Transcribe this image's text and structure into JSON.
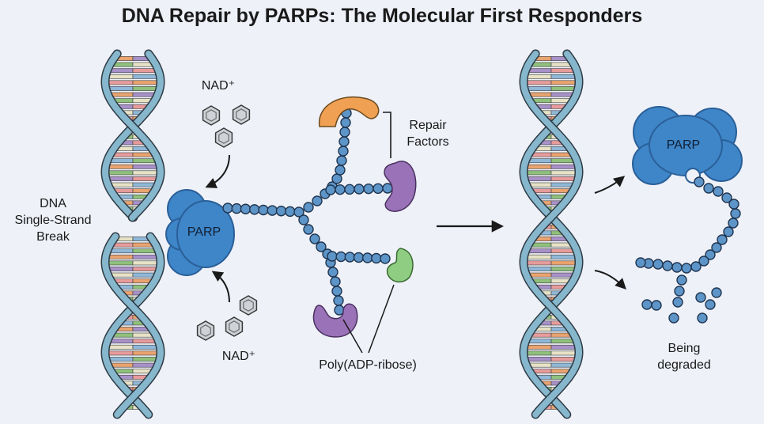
{
  "title": "DNA Repair by PARPs: The Molecular First Responders",
  "labels": {
    "nad_top": "NAD⁺",
    "nad_bottom": "NAD⁺",
    "dna_break": [
      "DNA",
      "Single-Strand",
      "Break"
    ],
    "repair_factors": [
      "Repair",
      "Factors"
    ],
    "poly_adp": "Poly(ADP-ribose)",
    "parp_left": "PARP",
    "parp_right": "PARP",
    "degraded": [
      "Being",
      "degraded"
    ]
  },
  "colors": {
    "background": "#eef1f8",
    "backbone": "#86b7cc",
    "backbone_outline": "#2e3a44",
    "parp": "#3f86c8",
    "parp_dark": "#2a5f98",
    "bead": "#5e95c8",
    "repair_orange": "#f0a052",
    "repair_purple": "#9a72b8",
    "repair_green": "#8ecd82",
    "nad_ring": "#cfd3d8",
    "base_pairs": [
      "#e9a36f",
      "#8fc07c",
      "#a890c8",
      "#e7e2c6",
      "#e79b9b",
      "#8fb7d8"
    ]
  }
}
